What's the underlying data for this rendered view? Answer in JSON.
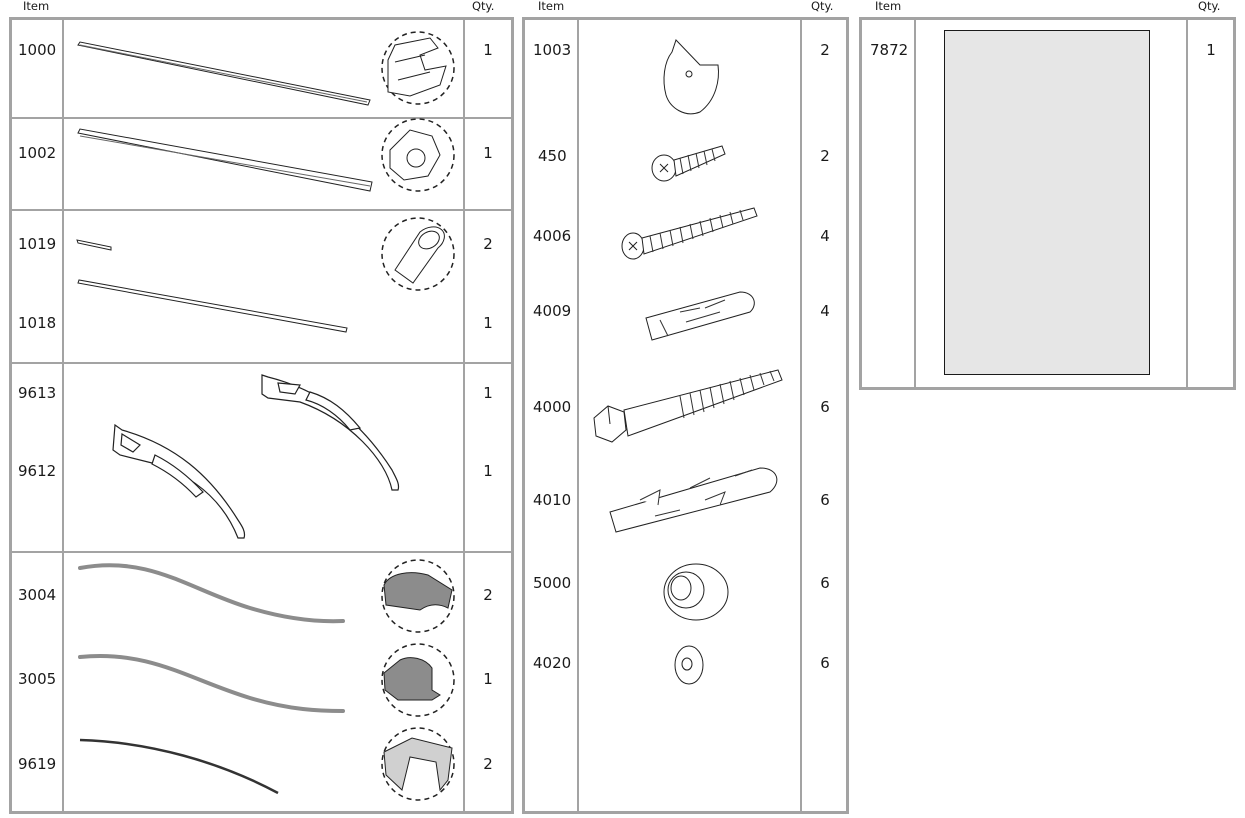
{
  "headers": {
    "item": "Item",
    "qty": "Qty."
  },
  "panels": [
    {
      "rows": [
        {
          "item": "1000",
          "qty": "1",
          "part": "profile rail",
          "detail": "rail profile"
        },
        {
          "item": "1002",
          "qty": "1",
          "part": "profile rail",
          "detail": "rail profile"
        },
        {
          "item": "1019",
          "qty": "2",
          "part": "short tube",
          "detail": "tube"
        },
        {
          "item": "1018",
          "qty": "1",
          "part": "long rod"
        },
        {
          "item": "9613",
          "qty": "1",
          "part": "bracket"
        },
        {
          "item": "9612",
          "qty": "1",
          "part": "bracket"
        },
        {
          "item": "3004",
          "qty": "2",
          "part": "curved seal strip",
          "detail": "seal profile"
        },
        {
          "item": "3005",
          "qty": "1",
          "part": "curved seal strip",
          "detail": "seal profile"
        },
        {
          "item": "9619",
          "qty": "2",
          "part": "thin curved strip",
          "detail": "end cap"
        }
      ]
    },
    {
      "rows": [
        {
          "item": "1003",
          "qty": "2",
          "part": "cam plate"
        },
        {
          "item": "450",
          "qty": "2",
          "part": "short screw"
        },
        {
          "item": "4006",
          "qty": "4",
          "part": "long screw"
        },
        {
          "item": "4009",
          "qty": "4",
          "part": "wall plug"
        },
        {
          "item": "4000",
          "qty": "6",
          "part": "lag bolt"
        },
        {
          "item": "4010",
          "qty": "6",
          "part": "long wall plug"
        },
        {
          "item": "5000",
          "qty": "6",
          "part": "stopper"
        },
        {
          "item": "4020",
          "qty": "6",
          "part": "washer"
        }
      ]
    },
    {
      "rows": [
        {
          "item": "7872",
          "qty": "1",
          "part": "panel sheet"
        }
      ]
    }
  ],
  "colors": {
    "border": "#a3a3a3",
    "sheet_fill": "#e6e6e6",
    "seal_fill": "#8c8c8c",
    "cap_fill": "#d0d0d0"
  }
}
